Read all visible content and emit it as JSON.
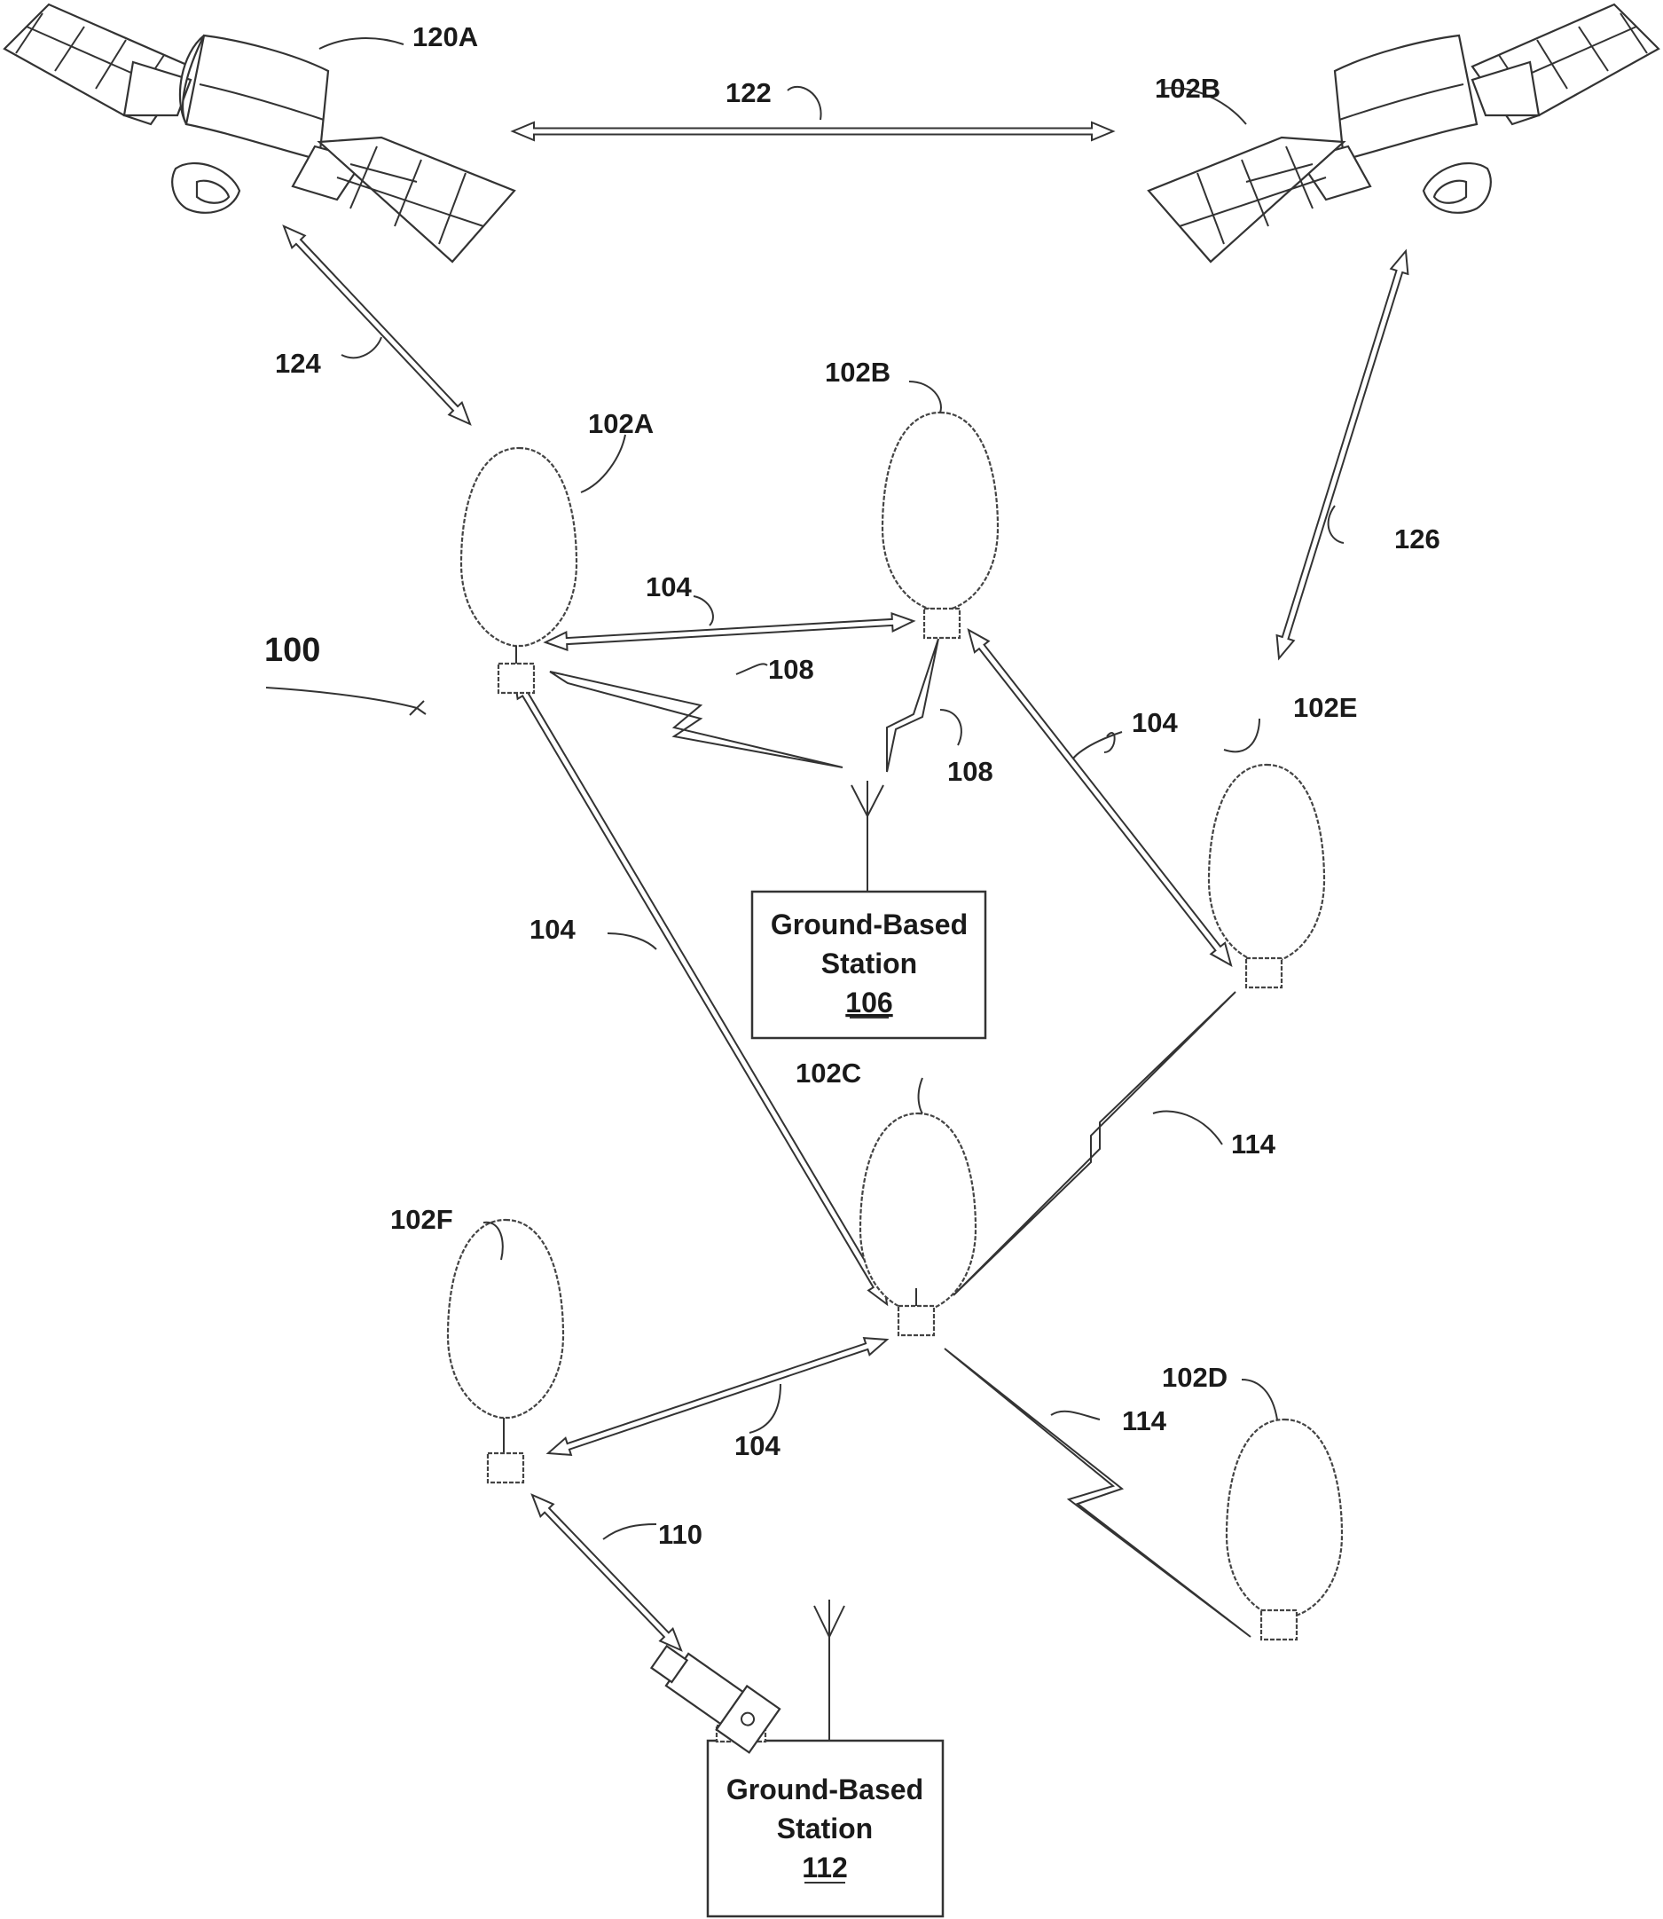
{
  "labels": {
    "system": "100",
    "satellite_a": "120A",
    "satellite_b": "102B",
    "link_satellites": "122",
    "link_sat_a": "124",
    "link_sat_b": "126",
    "balloon_a": "102A",
    "balloon_b": "102B",
    "balloon_c": "102C",
    "balloon_d": "102D",
    "balloon_e": "102E",
    "balloon_f": "102F",
    "link_ab": "104",
    "link_be": "104",
    "link_ac": "104",
    "link_fc": "104",
    "rf_a_106": "108",
    "rf_b_106": "108",
    "optical_f_112": "110",
    "rf_e_c": "114",
    "rf_c_d": "114"
  },
  "stations": {
    "s106": {
      "line1": "Ground-Based",
      "line2": "Station",
      "number": "106"
    },
    "s112": {
      "line1": "Ground-Based",
      "line2": "Station",
      "number": "112"
    }
  },
  "colors": {
    "ink": "#333333",
    "background": "#ffffff"
  }
}
